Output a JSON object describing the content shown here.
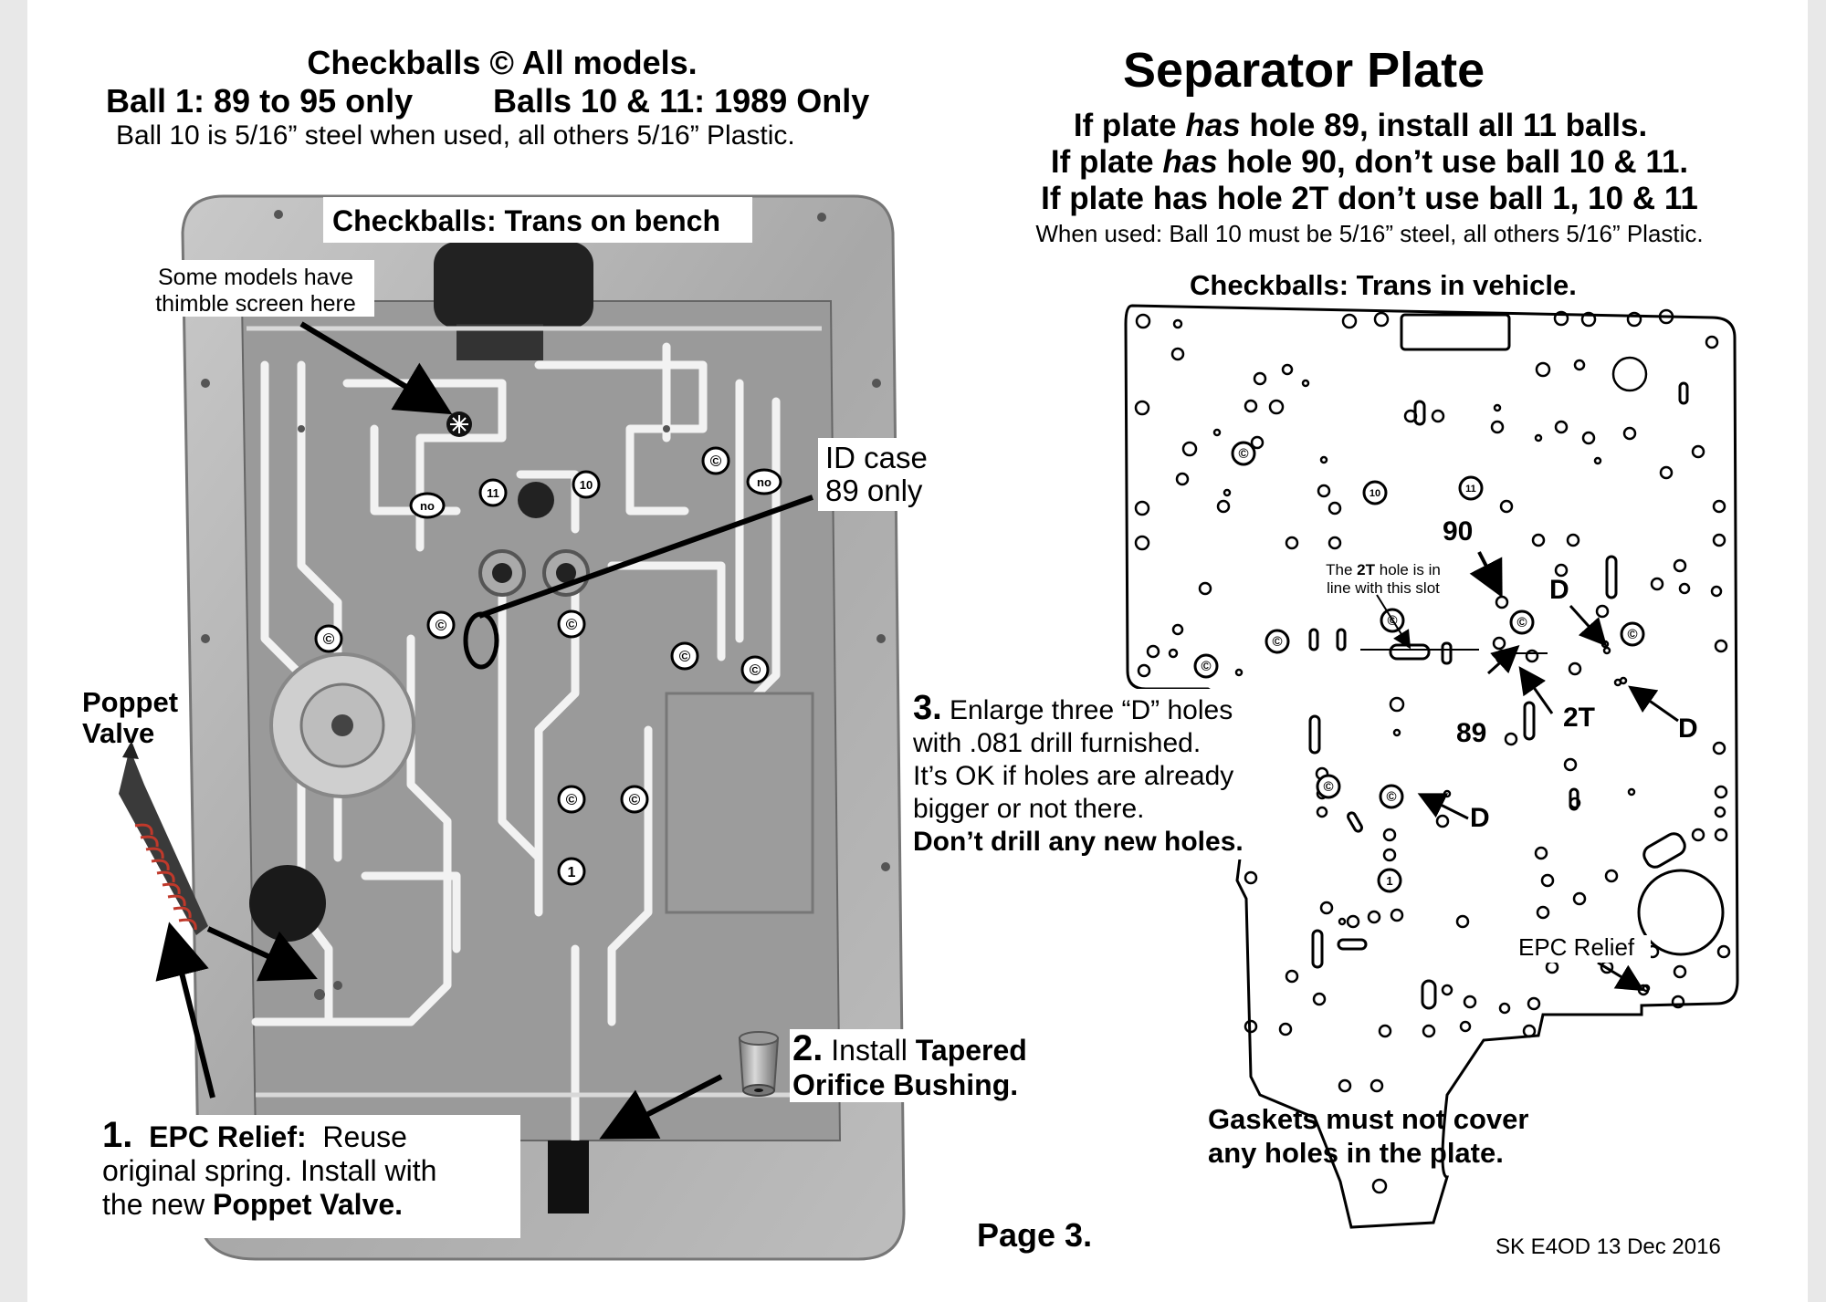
{
  "left": {
    "title": "Checkballs © All models.",
    "line2a": "Ball 1:  89 to 95 only",
    "line2b": "Balls 10 & 11: 1989 Only",
    "line3": "Ball 10 is 5/16” steel when used, all others 5/16” Plastic.",
    "bench_label": "Checkballs:  Trans on bench",
    "thimble_note_1": "Some models have",
    "thimble_note_2": "thimble screen here",
    "id_case_1": "ID case",
    "id_case_2": "89 only",
    "poppet_1": "Poppet",
    "poppet_2": "Valve",
    "step1_num": "1.",
    "step1_head": "EPC Relief:",
    "step1_a": "Reuse",
    "step1_b": "original spring.  Install with",
    "step1_c": "the new",
    "step1_d": "Poppet Valve.",
    "step2_num": "2.",
    "step2_a": "Install",
    "step2_b": "Tapered",
    "step2_c": "Orifice Bushing.",
    "ball_labels": {
      "c": "©",
      "no": "no",
      "ten": "10",
      "eleven": "11",
      "one": "1"
    }
  },
  "right": {
    "title": "Separator Plate",
    "rule1_a": "If plate",
    "rule1_b": "has",
    "rule1_c": "hole 89, install all 11 balls.",
    "rule2_a": "If plate",
    "rule2_b": "has",
    "rule2_c": "hole 90, don’t use ball 10 & 11.",
    "rule3": "If plate has hole 2T don’t use ball 1, 10 & 11",
    "rule4": "When used: Ball 10 must be 5/16” steel, all others 5/16” Plastic.",
    "vehicle_label": "Checkballs:  Trans in vehicle.",
    "slot_note_1a": "The",
    "slot_note_1b": "2T",
    "slot_note_1c": "hole is in",
    "slot_note_2": "line with this slot",
    "lbl_90": "90",
    "lbl_89": "89",
    "lbl_2T": "2T",
    "lbl_D": "D",
    "epc_relief": "EPC Relief",
    "step3_num": "3.",
    "step3_a": "Enlarge three “D” holes",
    "step3_b": "with .081 drill furnished.",
    "step3_c": "It’s OK if holes are already",
    "step3_d": "bigger or not there.",
    "step3_e": "Don’t drill any new holes.",
    "gasket_1": "Gaskets must not cover",
    "gasket_2": "any holes in the plate.",
    "ball_labels": {
      "c": "©",
      "ten": "10",
      "eleven": "11",
      "one": "1"
    }
  },
  "footer": {
    "page": "Page 3.",
    "ref": "SK E4OD  13 Dec 2016"
  }
}
